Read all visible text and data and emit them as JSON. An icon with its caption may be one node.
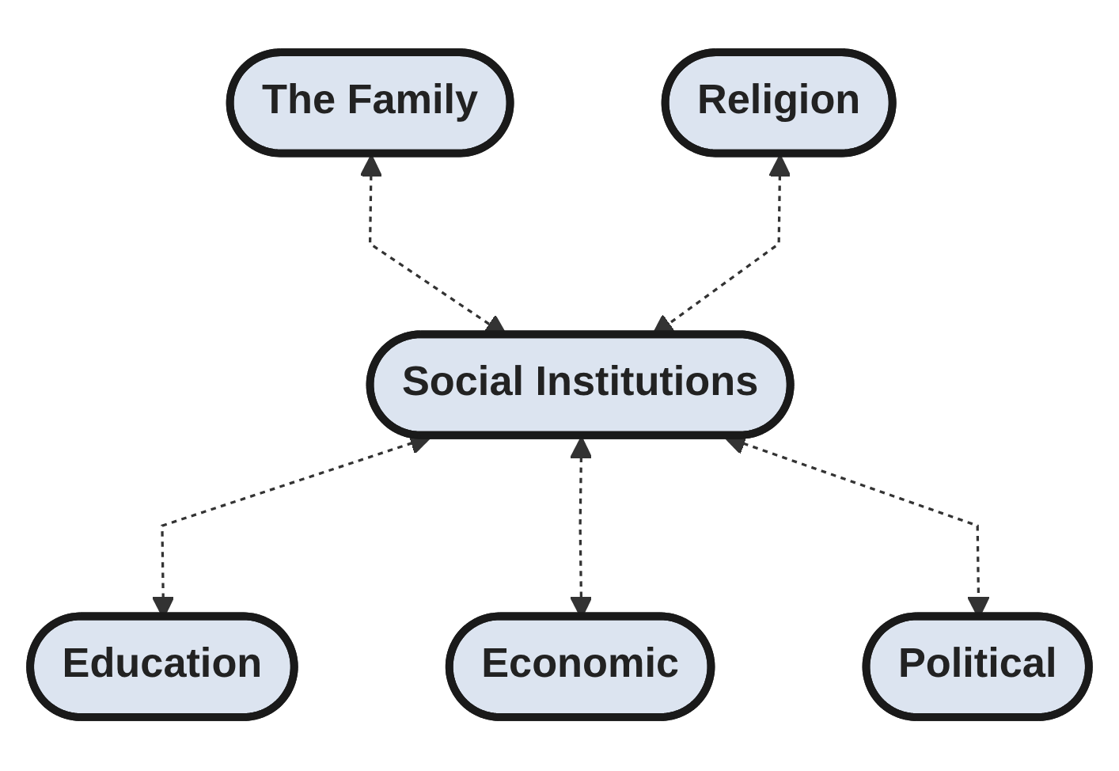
{
  "diagram": {
    "nodes": [
      {
        "text": [
          "The Family"
        ]
      },
      {
        "text": [
          "Religion"
        ]
      },
      {
        "text": [
          "Social Institutions"
        ]
      },
      {
        "text": [
          "Education"
        ]
      },
      {
        "text": [
          "Economic"
        ]
      },
      {
        "text": [
          "Political"
        ]
      }
    ],
    "edges": [
      {
        "from": 0,
        "to": 2,
        "arrow": "both",
        "style": "dashed"
      },
      {
        "from": 1,
        "to": 2,
        "arrow": "both",
        "style": "dashed"
      },
      {
        "from": 2,
        "to": 3,
        "arrow": "both",
        "style": "dashed"
      },
      {
        "from": 2,
        "to": 4,
        "arrow": "both",
        "style": "dashed"
      },
      {
        "from": 2,
        "to": 5,
        "arrow": "both",
        "style": "dashed"
      }
    ]
  }
}
